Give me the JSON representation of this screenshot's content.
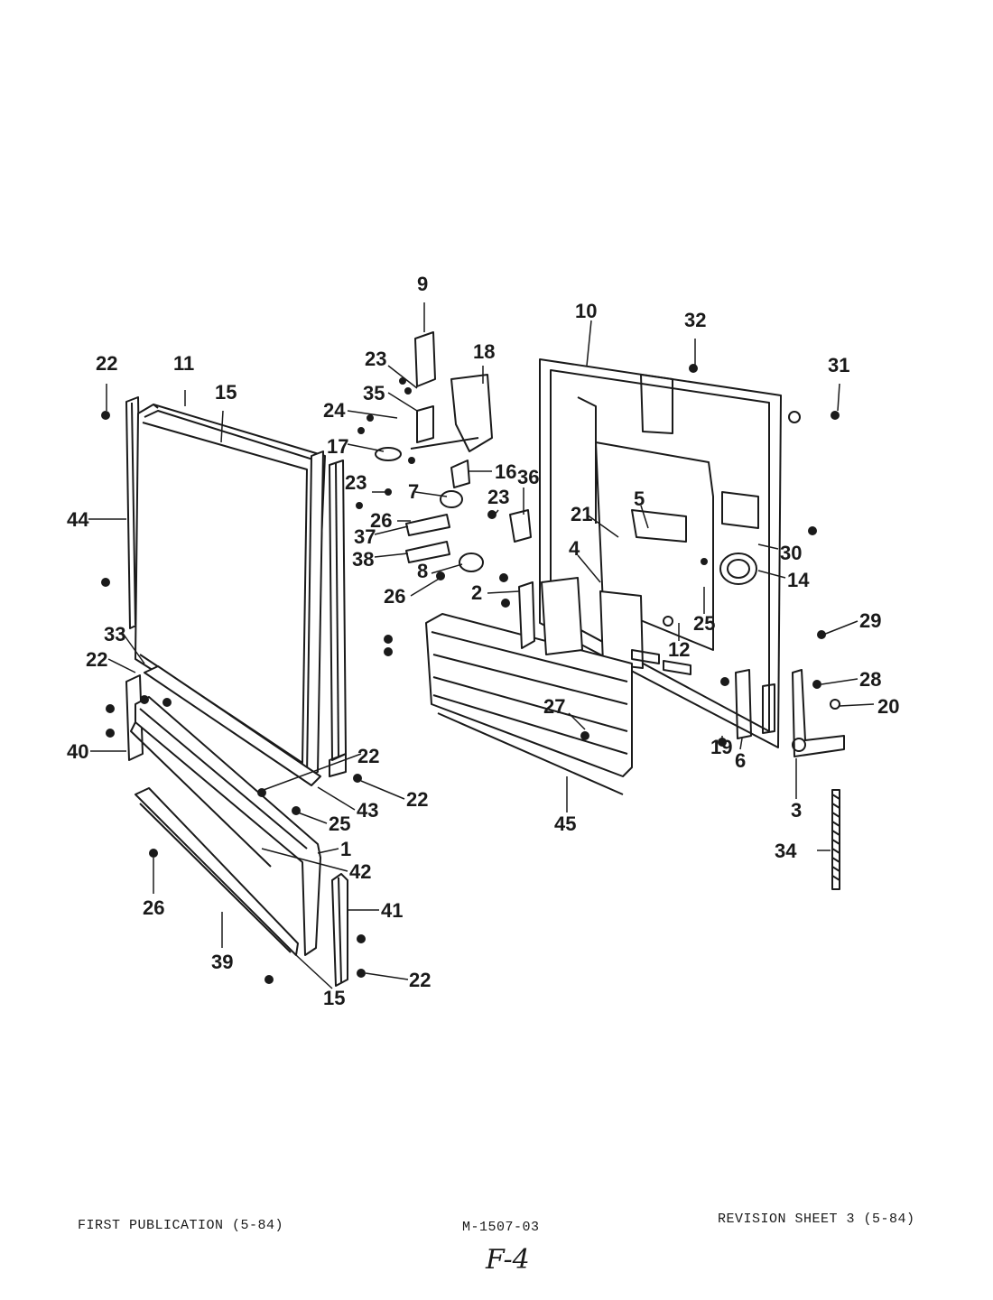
{
  "callouts": [
    "9",
    "10",
    "32",
    "31",
    "22",
    "11",
    "15",
    "23",
    "18",
    "35",
    "24",
    "17",
    "16",
    "36",
    "7",
    "23",
    "26",
    "23",
    "21",
    "5",
    "30",
    "37",
    "14",
    "38",
    "44",
    "8",
    "4",
    "26",
    "2",
    "25",
    "12",
    "29",
    "33",
    "22",
    "28",
    "20",
    "40",
    "27",
    "19",
    "6",
    "22",
    "22",
    "25",
    "43",
    "3",
    "45",
    "1",
    "42",
    "34",
    "41",
    "26",
    "39",
    "15",
    "22"
  ],
  "footer": {
    "left": "FIRST PUBLICATION (5-84)",
    "center": "M-1507-03",
    "right": "REVISION SHEET 3 (5-84)"
  },
  "handwritten_note": "F-4",
  "colors": {
    "ink": "#1a1a1a",
    "paper": "#ffffff"
  }
}
